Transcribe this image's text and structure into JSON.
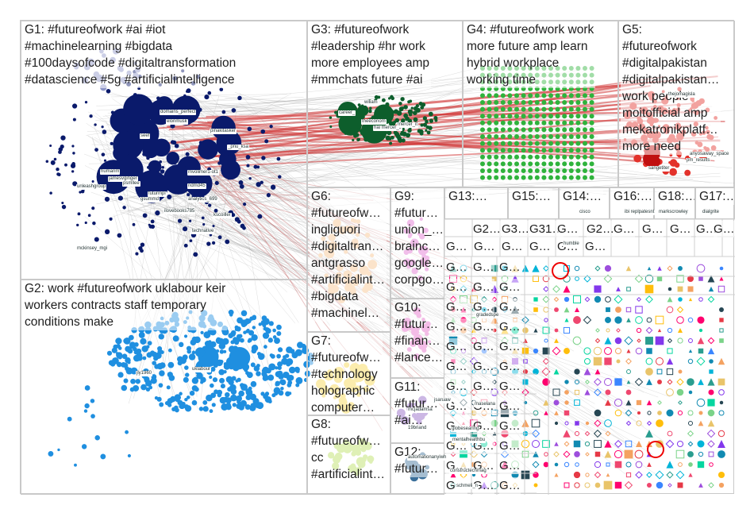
{
  "groups": [
    {
      "id": "G1",
      "label": "G1: #futureofwork #ai #iot\n#machinelearning #bigdata\n#100daysofcode #digitaltransformation\n#datascience #5g #artificialintelligence",
      "color": "#0a1a6b"
    },
    {
      "id": "G2",
      "label": "G2: work #futureofwork uklabour keir\nworkers contracts staff temporary\nconditions make",
      "color": "#1f8fe0"
    },
    {
      "id": "G3",
      "label": "G3: #futureofwork\n#leadership #hr work\nmore employees amp\n#mmchats future #ai",
      "color": "#0d5e2c"
    },
    {
      "id": "G4",
      "label": "G4: #futureofwork work\nmore future amp learn\nhybrid workplace\nworking time",
      "color": "#2fb33c"
    },
    {
      "id": "G5",
      "label": "G5:\n#futureofwork\n#digitalpakistan\n#digitalpakistan…\nwork people\nmoitofficial amp\nmekatronikplatf…\nmore need",
      "color": "#e3322b"
    },
    {
      "id": "G6",
      "label": "G6:\n#futureofw…\ningliguori\n#digitaltran…\nantgrasso\n#artificialint…\n#bigdata\n#machinel…",
      "color": "#f6c08a"
    },
    {
      "id": "G7",
      "label": "G7:\n#futureofw…\n#technology\nholographic\ncomputer…",
      "color": "#f7d54a"
    },
    {
      "id": "G8",
      "label": "G8:\n#futureofw…\ncc\n#artificialint…",
      "color": "#b8dd5e"
    },
    {
      "id": "G9",
      "label": "G9:\n#futur…\nunion_…\nbrainc…\ngoogle…\ncorpgo…",
      "color": "#e06fd1"
    },
    {
      "id": "G10",
      "label": "G10:\n#futur…\n#finan…\n#lance…",
      "color": "#e56ac7"
    },
    {
      "id": "G11",
      "label": "G11:\n#futur…\n#ai…",
      "color": "#8e5fc4"
    },
    {
      "id": "G12",
      "label": "G12:\n#futur…",
      "color": "#3a6f9a"
    },
    {
      "id": "G13",
      "label": "G13:…"
    },
    {
      "id": "G14",
      "label": "G14:…"
    },
    {
      "id": "G15",
      "label": "G15:…"
    },
    {
      "id": "G16",
      "label": "G16:…"
    },
    {
      "id": "G17",
      "label": "G17:…"
    },
    {
      "id": "G18",
      "label": "G18:…"
    }
  ],
  "node_labels": {
    "g1": [
      "domains_perfect",
      "elonmusk",
      "pinakitasker",
      "seef",
      "_pnu_ksa",
      "humanm",
      "jamesvginger",
      "mvolimer1-ot1",
      "psmllee",
      "unleashgroup",
      "ndmd45",
      "futurmpl",
      "gsummd",
      "analytics_699",
      "ilovebooks785",
      "kscoiller",
      "technative",
      "mckinsey_mgi"
    ],
    "g2": [
      "jly1960",
      "uklabour"
    ],
    "g3": [
      "career_",
      "wiliam",
      "theeconom",
      "hai mercer_it",
      "mercer_it"
    ],
    "g5": [
      "thejomagisla",
      "anyosaway_space",
      "sangetiter",
      "pm_results"
    ],
    "small": [
      "cisco",
      "ibi replpatesnt",
      "markscrowley",
      "dialgrite",
      "humble",
      "gradedspe",
      "maselana",
      "jsaruaw",
      "mcjadamsa",
      "19briand",
      "globesearing",
      "mentalhealthbu",
      "automationanyiwh",
      "constructechmag",
      "schmeli_n"
    ]
  },
  "small_group_headers": [
    "G2…",
    "G3…",
    "G31…",
    "G…",
    "G2…",
    "G…",
    "G…",
    "G…",
    "G…",
    "G…",
    "G…",
    "G…",
    "G…",
    "G…",
    "G…",
    "G…"
  ],
  "legend_small_label": "G…"
}
